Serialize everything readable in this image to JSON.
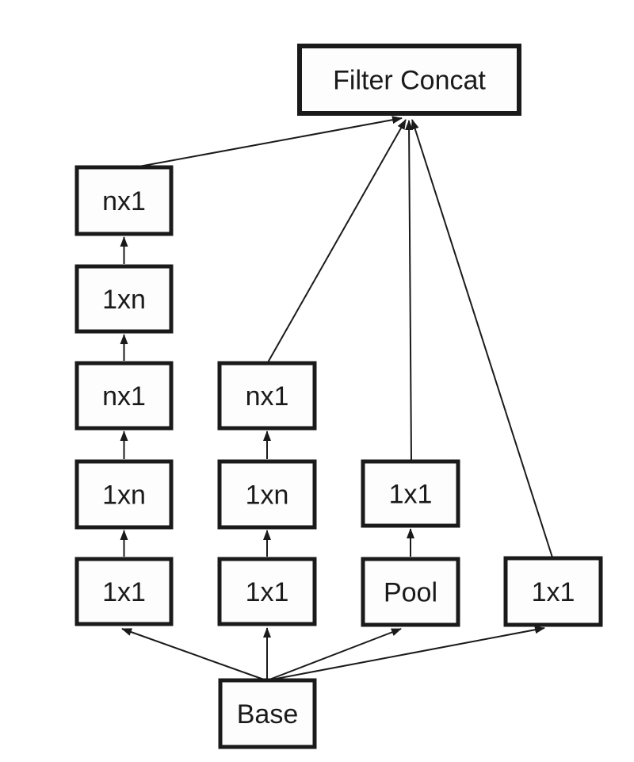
{
  "diagram": {
    "colors": {
      "background": "#ffffff",
      "box_fill": "#fdfdfd",
      "line": "#1a1a1a",
      "text": "#1a1a1a"
    },
    "nodes": {
      "filter_concat": {
        "label": "Filter Concat"
      },
      "b1_nx1_top": {
        "label": "nx1"
      },
      "b1_1xn_upper": {
        "label": "1xn"
      },
      "b1_nx1_mid": {
        "label": "nx1"
      },
      "b1_1xn_lower": {
        "label": "1xn"
      },
      "b1_1x1": {
        "label": "1x1"
      },
      "b2_nx1": {
        "label": "nx1"
      },
      "b2_1xn": {
        "label": "1xn"
      },
      "b2_1x1": {
        "label": "1x1"
      },
      "b3_1x1": {
        "label": "1x1"
      },
      "b3_pool": {
        "label": "Pool"
      },
      "b4_1x1": {
        "label": "1x1"
      },
      "base": {
        "label": "Base"
      }
    },
    "edges": [
      {
        "from": "base",
        "to": "b1_1x1"
      },
      {
        "from": "base",
        "to": "b2_1x1"
      },
      {
        "from": "base",
        "to": "b3_pool"
      },
      {
        "from": "base",
        "to": "b4_1x1"
      },
      {
        "from": "b1_1x1",
        "to": "b1_1xn_lower"
      },
      {
        "from": "b1_1xn_lower",
        "to": "b1_nx1_mid"
      },
      {
        "from": "b1_nx1_mid",
        "to": "b1_1xn_upper"
      },
      {
        "from": "b1_1xn_upper",
        "to": "b1_nx1_top"
      },
      {
        "from": "b1_nx1_top",
        "to": "filter_concat"
      },
      {
        "from": "b2_1x1",
        "to": "b2_1xn"
      },
      {
        "from": "b2_1xn",
        "to": "b2_nx1"
      },
      {
        "from": "b2_nx1",
        "to": "filter_concat"
      },
      {
        "from": "b3_pool",
        "to": "b3_1x1"
      },
      {
        "from": "b3_1x1",
        "to": "filter_concat"
      },
      {
        "from": "b4_1x1",
        "to": "filter_concat"
      }
    ]
  }
}
